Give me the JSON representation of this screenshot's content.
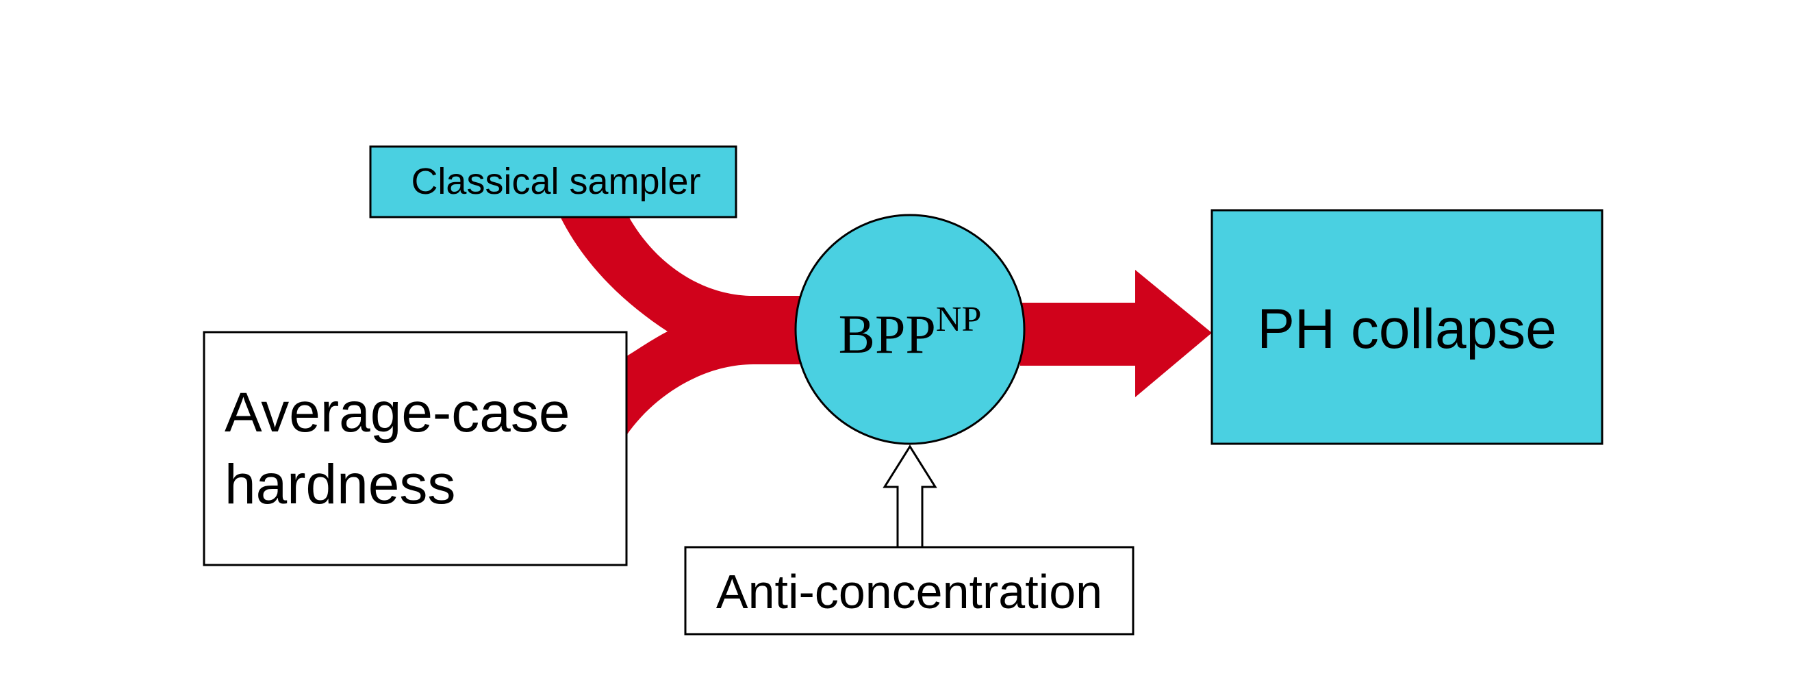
{
  "nodes": {
    "classical_sampler": {
      "label": "Classical sampler"
    },
    "average_case": {
      "label_line1": "Average-case",
      "label_line2": "hardness"
    },
    "bpp_np": {
      "base": "BPP",
      "superscript": "NP"
    },
    "ph_collapse": {
      "label": "PH collapse"
    },
    "anti_concentration": {
      "label": "Anti-concentration"
    }
  },
  "colors": {
    "flow_red": "#d0021b",
    "box_cyan": "#4ad0e1",
    "outline": "#000000",
    "background": "#ffffff"
  }
}
